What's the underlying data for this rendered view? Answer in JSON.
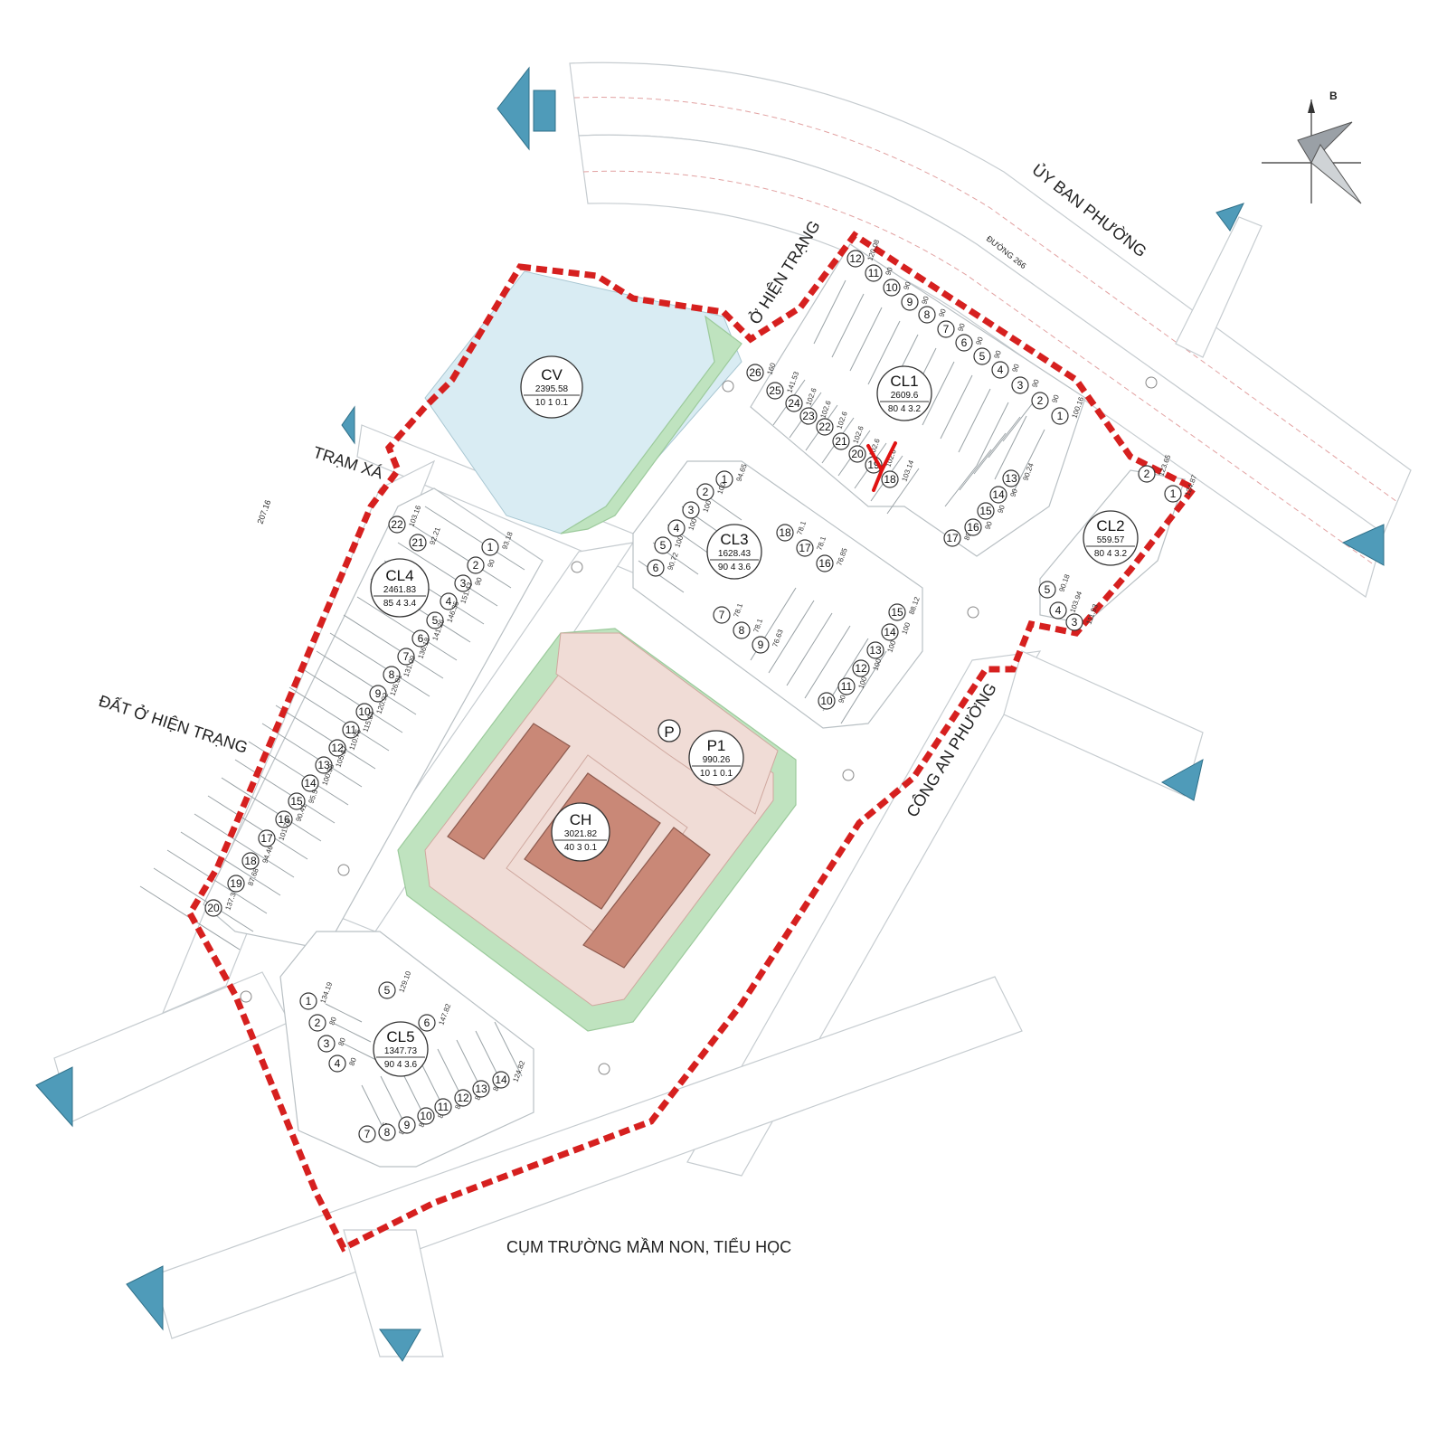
{
  "compass": {
    "north_label": "B"
  },
  "surroundings": {
    "ubnd": "ỦY BAN PHƯỜNG",
    "road_name": "ĐƯỜNG 266",
    "o_hien_trang": "Ở HIỆN TRẠNG",
    "tram_xa": "TRẠM XÁ",
    "dat_o_hien_trang": "ĐẤT Ở HIỆN TRẠNG",
    "cong_an": "CÔNG AN PHƯỜNG",
    "truong": "CỤM TRƯỜNG MẦM NON, TIỂU HỌC",
    "side_dim": "207.16"
  },
  "zones": {
    "cv": {
      "name": "CV",
      "area": "2395.58",
      "params": [
        "10",
        "1",
        "0.1"
      ]
    },
    "cl1": {
      "name": "CL1",
      "area": "2609.6",
      "params": [
        "80",
        "4",
        "3.2"
      ]
    },
    "cl2": {
      "name": "CL2",
      "area": "559.57",
      "params": [
        "80",
        "4",
        "3.2"
      ]
    },
    "cl3": {
      "name": "CL3",
      "area": "1628.43",
      "params": [
        "90",
        "4",
        "3.6"
      ]
    },
    "cl4": {
      "name": "CL4",
      "area": "2461.83",
      "params": [
        "85",
        "4",
        "3.4"
      ]
    },
    "cl5": {
      "name": "CL5",
      "area": "1347.73",
      "params": [
        "90",
        "4",
        "3.6"
      ]
    },
    "p1": {
      "name": "P1",
      "area": "990.26",
      "params": [
        "10",
        "1",
        "0.1"
      ]
    },
    "ch": {
      "name": "CH",
      "area": "3021.82",
      "params": [
        "40",
        "3",
        "0.1"
      ]
    },
    "parking": "P"
  },
  "lots": {
    "cl1": [
      {
        "n": "12",
        "s": "120.08"
      },
      {
        "n": "11",
        "s": "90"
      },
      {
        "n": "10",
        "s": "90"
      },
      {
        "n": "9",
        "s": "90"
      },
      {
        "n": "8",
        "s": "90"
      },
      {
        "n": "7",
        "s": "90"
      },
      {
        "n": "6",
        "s": "90"
      },
      {
        "n": "5",
        "s": "90"
      },
      {
        "n": "4",
        "s": "90"
      },
      {
        "n": "3",
        "s": "90"
      },
      {
        "n": "2",
        "s": "90"
      },
      {
        "n": "1",
        "s": "100.16"
      },
      {
        "n": "26",
        "s": "160"
      },
      {
        "n": "25",
        "s": "141.53"
      },
      {
        "n": "24",
        "s": "102.6"
      },
      {
        "n": "23",
        "s": "102.6"
      },
      {
        "n": "22",
        "s": "102.6"
      },
      {
        "n": "21",
        "s": "102.6"
      },
      {
        "n": "20",
        "s": "102.6"
      },
      {
        "n": "19",
        "s": "102.6"
      },
      {
        "n": "18",
        "s": "103.14"
      },
      {
        "n": "17",
        "s": "89.61"
      },
      {
        "n": "16",
        "s": "90"
      },
      {
        "n": "15",
        "s": "90"
      },
      {
        "n": "14",
        "s": "90"
      },
      {
        "n": "13",
        "s": "90.24"
      }
    ],
    "cl2": [
      {
        "n": "1",
        "s": "124.87"
      },
      {
        "n": "2",
        "s": "123.65"
      },
      {
        "n": "3",
        "s": "111.93"
      },
      {
        "n": "4",
        "s": "103.94"
      },
      {
        "n": "5",
        "s": "90.18"
      }
    ],
    "cl3": [
      {
        "n": "1",
        "s": "94.65"
      },
      {
        "n": "2",
        "s": "100"
      },
      {
        "n": "3",
        "s": "100"
      },
      {
        "n": "4",
        "s": "100"
      },
      {
        "n": "5",
        "s": "100"
      },
      {
        "n": "6",
        "s": "90.72"
      },
      {
        "n": "7",
        "s": "78.1"
      },
      {
        "n": "8",
        "s": "78.1"
      },
      {
        "n": "9",
        "s": "76.63"
      },
      {
        "n": "10",
        "s": "90.98"
      },
      {
        "n": "11",
        "s": "100"
      },
      {
        "n": "12",
        "s": "100"
      },
      {
        "n": "13",
        "s": "100"
      },
      {
        "n": "14",
        "s": "100"
      },
      {
        "n": "15",
        "s": "88.12"
      },
      {
        "n": "16",
        "s": "76.85"
      },
      {
        "n": "17",
        "s": "78.1"
      },
      {
        "n": "18",
        "s": "78.1"
      }
    ],
    "cl4": [
      {
        "n": "1",
        "s": "93.18"
      },
      {
        "n": "2",
        "s": "90"
      },
      {
        "n": "3",
        "s": "90"
      },
      {
        "n": "4",
        "s": "151.43"
      },
      {
        "n": "5",
        "s": "146.35"
      },
      {
        "n": "6",
        "s": "141.26"
      },
      {
        "n": "7",
        "s": "136.18"
      },
      {
        "n": "8",
        "s": "131.09"
      },
      {
        "n": "9",
        "s": "126.01"
      },
      {
        "n": "10",
        "s": "120.92"
      },
      {
        "n": "11",
        "s": "115.84"
      },
      {
        "n": "12",
        "s": "110.75"
      },
      {
        "n": "13",
        "s": "105.67"
      },
      {
        "n": "14",
        "s": "100.58"
      },
      {
        "n": "15",
        "s": "95.5"
      },
      {
        "n": "16",
        "s": "90.41"
      },
      {
        "n": "17",
        "s": "101.78"
      },
      {
        "n": "18",
        "s": "94.46"
      },
      {
        "n": "19",
        "s": "87.68"
      },
      {
        "n": "20",
        "s": "137.3"
      },
      {
        "n": "21",
        "s": "92.21"
      },
      {
        "n": "22",
        "s": "103.16"
      }
    ],
    "cl5": [
      {
        "n": "1",
        "s": "134.19"
      },
      {
        "n": "2",
        "s": "80"
      },
      {
        "n": "3",
        "s": "80"
      },
      {
        "n": "4",
        "s": "80"
      },
      {
        "n": "5",
        "s": "129.10"
      },
      {
        "n": "6",
        "s": "147.82"
      },
      {
        "n": "7",
        "s": "86.5"
      },
      {
        "n": "8",
        "s": "81"
      },
      {
        "n": "9",
        "s": "81"
      },
      {
        "n": "10",
        "s": "81"
      },
      {
        "n": "11",
        "s": "81"
      },
      {
        "n": "12",
        "s": "80.95"
      },
      {
        "n": "13",
        "s": "80.35"
      },
      {
        "n": "14",
        "s": "124.82"
      }
    ]
  },
  "colors": {
    "boundary": "#d6201f",
    "park": "#bfe3bf",
    "plaza": "#f0dcd6",
    "water": "#d9ecf3",
    "roof": "#c98877",
    "arrow": "#4f9bb9"
  }
}
